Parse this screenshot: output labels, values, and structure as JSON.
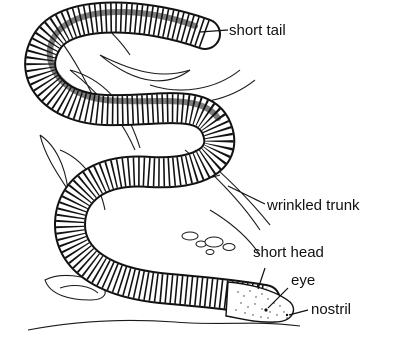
{
  "labels": {
    "short_tail": "short tail",
    "wrinkled_trunk": "wrinkled trunk",
    "short_head": "short head",
    "eye": "eye",
    "nostril": "nostril"
  },
  "colors": {
    "ink": "#111111",
    "body_fill": "#ffffff",
    "stipple": "#333333"
  }
}
